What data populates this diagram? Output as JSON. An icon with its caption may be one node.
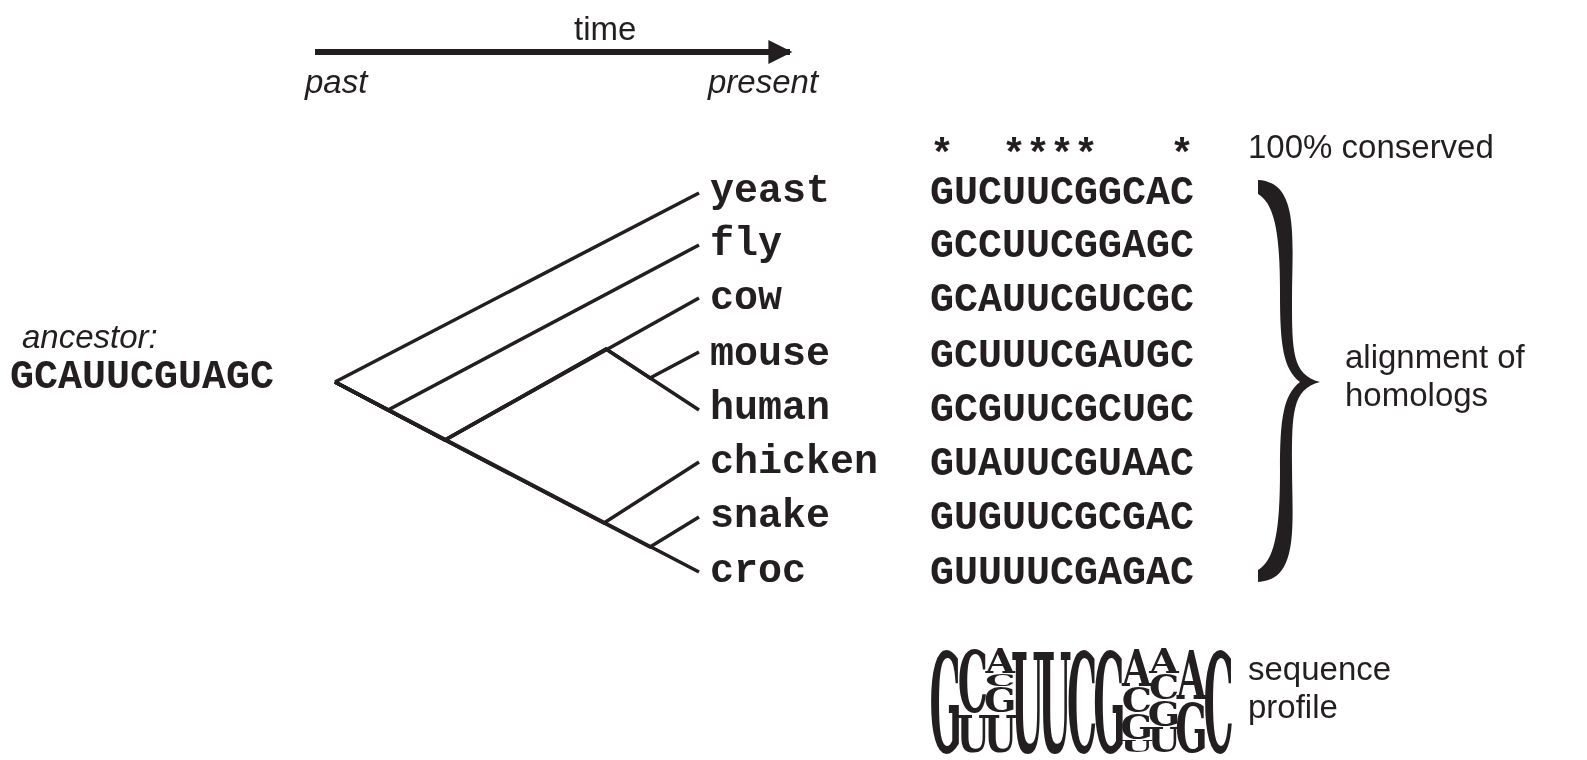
{
  "diagram": {
    "nodes": [
      {
        "text": [
          "ancestor:",
          "GCAUUCGUAGC"
        ]
      },
      {
        "text": [
          "yeast"
        ]
      },
      {
        "text": [
          "fly"
        ]
      },
      {
        "text": [
          "cow"
        ]
      },
      {
        "text": [
          "mouse"
        ]
      },
      {
        "text": [
          "human"
        ]
      },
      {
        "text": [
          "chicken"
        ]
      },
      {
        "text": [
          "snake"
        ]
      },
      {
        "text": [
          "croc"
        ]
      }
    ],
    "edges": [
      {
        "from": 0,
        "to": 1,
        "arrow": "none"
      },
      {
        "from": 0,
        "to": 2,
        "arrow": "none"
      },
      {
        "from": 0,
        "to": 3,
        "arrow": "none"
      },
      {
        "from": 0,
        "to": 4,
        "arrow": "none"
      },
      {
        "from": 0,
        "to": 5,
        "arrow": "none"
      },
      {
        "from": 0,
        "to": 6,
        "arrow": "none"
      },
      {
        "from": 0,
        "to": 7,
        "arrow": "none"
      },
      {
        "from": 0,
        "to": 8,
        "arrow": "none"
      }
    ],
    "labels": [
      "time",
      "past",
      "present",
      "*  ****   *",
      "100% conserved",
      "GUCUUCGGCAC",
      "GCCUUCGGAGC",
      "GCAUUCGUCGC",
      "GCUUUCGAUGC",
      "GCGUUCGCUGC",
      "GUAUUCGUAAC",
      "GUGUUCGCGAC",
      "GUUUUCGAGAC",
      "alignment of homologs",
      "G",
      "C",
      "U",
      "A",
      "C",
      "G",
      "U",
      "U",
      "U",
      "C",
      "G",
      "A",
      "C",
      "G",
      "U",
      "A",
      "C",
      "G",
      "U",
      "A",
      "G",
      "C",
      "sequence profile"
    ]
  }
}
